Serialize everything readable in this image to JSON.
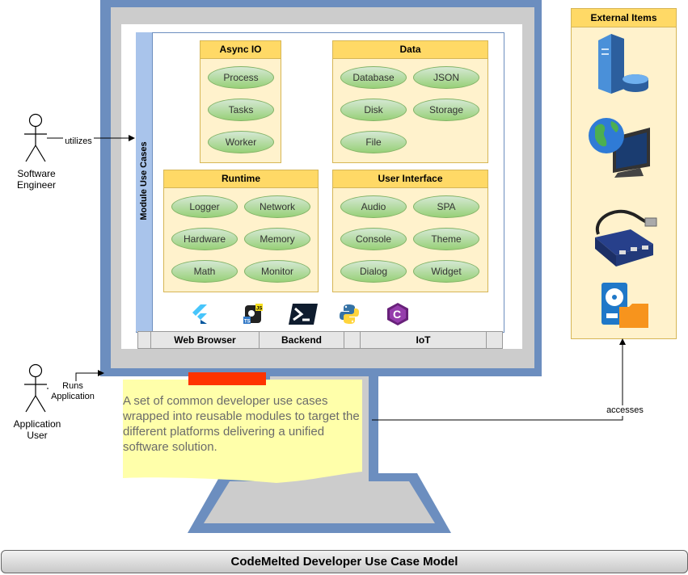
{
  "module_label": "Module Use Cases",
  "groups": {
    "async_io": {
      "title": "Async IO",
      "items": [
        "Process",
        "Tasks",
        "Worker"
      ]
    },
    "data": {
      "title": "Data",
      "items": [
        "Database",
        "JSON",
        "Disk",
        "Storage",
        "File"
      ]
    },
    "runtime": {
      "title": "Runtime",
      "items": [
        "Logger",
        "Network",
        "Hardware",
        "Memory",
        "Math",
        "Monitor"
      ]
    },
    "user_interface": {
      "title": "User Interface",
      "items": [
        "Audio",
        "SPA",
        "Console",
        "Theme",
        "Dialog",
        "Widget"
      ]
    }
  },
  "platforms": [
    "Web Browser",
    "Backend",
    "IoT"
  ],
  "tech_icons": [
    "flutter-icon",
    "javascript-typescript-icon",
    "powershell-icon",
    "python-icon",
    "csharp-icon"
  ],
  "actors": {
    "software_engineer": "Software Engineer",
    "application_user": "Application User"
  },
  "edges": {
    "utilizes": "utilizes",
    "runs_application": "Runs Application",
    "accesses": "accesses"
  },
  "external_items": {
    "title": "External Items",
    "icons": [
      "server-database-icon",
      "globe-monitor-icon",
      "usb-hub-icon",
      "file-storage-icon"
    ]
  },
  "note": "A set of common developer use cases wrapped into reusable modules to target the different platforms delivering a unified software solution.",
  "footer_title": "CodeMelted Developer Use Case Model",
  "colors": {
    "monitor_frame": "#6c8ebf",
    "group_header": "#ffd966",
    "group_fill": "#fff2cc",
    "oval_fill": "#97d077",
    "note_fill": "#ffffaa",
    "note_tape": "#ff3300"
  }
}
